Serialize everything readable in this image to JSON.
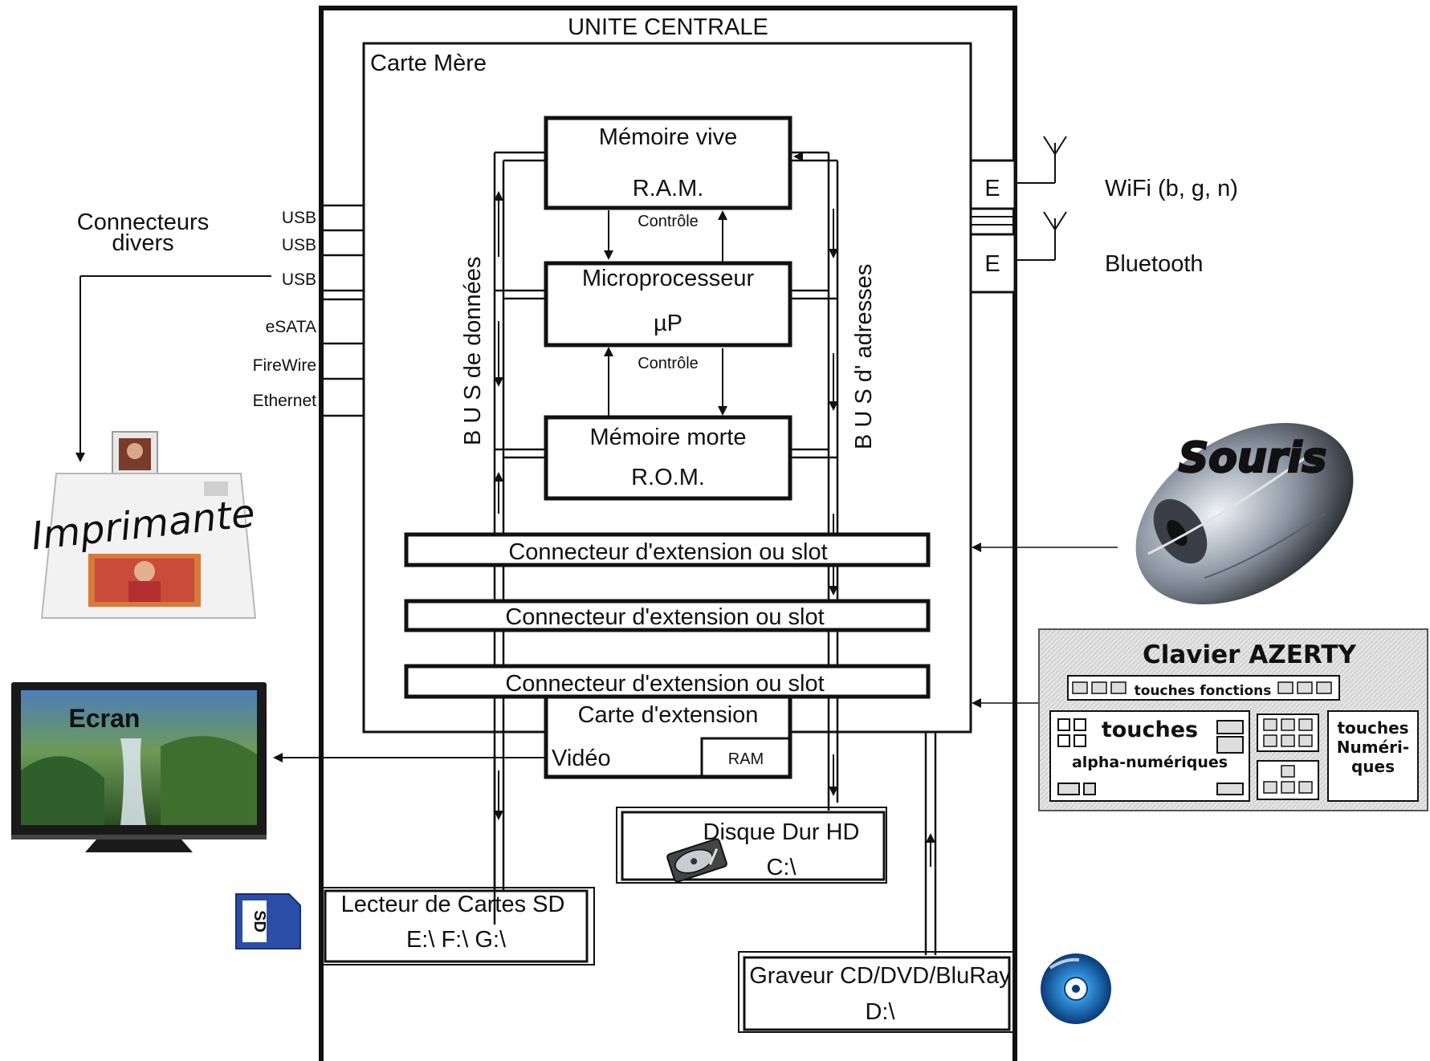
{
  "unit": {
    "title": "UNITE CENTRALE",
    "board": "Carte Mère"
  },
  "core": {
    "ram_name": "Mémoire vive",
    "ram_abbr": "R.A.M.",
    "cpu_name": "Microprocesseur",
    "cpu_abbr": "µP",
    "rom_name": "Mémoire morte",
    "rom_abbr": "R.O.M.",
    "control_label": "Contrôle"
  },
  "buses": {
    "data": "B U S   de   données",
    "address": "B U S   d'   adresses"
  },
  "slots": [
    "Connecteur d'extension ou slot",
    "Connecteur d'extension ou slot",
    "Connecteur d'extension ou slot"
  ],
  "expansion_card": {
    "title": "Carte d'extension",
    "video": "Vidéo",
    "ram": "RAM"
  },
  "storage": {
    "hdd_name": "Disque Dur HD",
    "hdd_drive": "C:\\",
    "sd_name": "Lecteur de Cartes SD",
    "sd_drives": "E:\\  F:\\  G:\\",
    "optical_name": "Graveur CD/DVD/BluRay",
    "optical_drive": "D:\\"
  },
  "connectors": {
    "title_line1": "Connecteurs",
    "title_line2": "divers",
    "ports": [
      "USB",
      "USB",
      "USB",
      "eSATA",
      "FireWire",
      "Ethernet"
    ]
  },
  "wireless": [
    {
      "port": "E",
      "name": "WiFi (b, g, n)"
    },
    {
      "port": "E",
      "name": "Bluetooth"
    }
  ],
  "peripherals": {
    "printer": "Imprimante",
    "screen": "Ecran",
    "mouse": "Souris",
    "sd_card": "SD",
    "keyboard": {
      "title": "Clavier AZERTY",
      "function_keys": "touches   fonctions",
      "alpha_line1": "touches",
      "alpha_line2": "alpha-numériques",
      "numeric_line1": "touches",
      "numeric_line2": "Numéri-",
      "numeric_line3": "ques"
    }
  },
  "colors": {
    "screen_label": "#d42020",
    "line": "#111111",
    "keyboard_bg": "#e0e0e0"
  }
}
